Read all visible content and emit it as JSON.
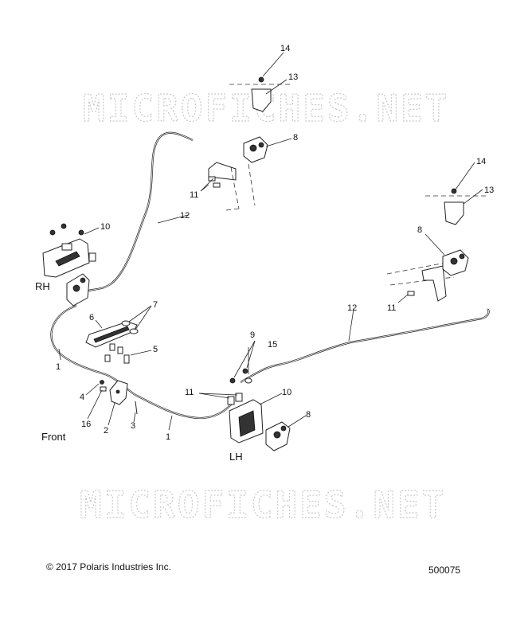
{
  "watermark": "MICROFICHES.NET",
  "callouts": {
    "c1a": "1",
    "c1b": "1",
    "c2": "2",
    "c3": "3",
    "c4": "4",
    "c5": "5",
    "c6": "6",
    "c7": "7",
    "c8a": "8",
    "c8b": "8",
    "c8c": "8",
    "c9": "9",
    "c10a": "10",
    "c10b": "10",
    "c11a": "11",
    "c11b": "11",
    "c11c": "11",
    "c12a": "12",
    "c12b": "12",
    "c13a": "13",
    "c13b": "13",
    "c14a": "14",
    "c14b": "14",
    "c15": "15",
    "c16": "16"
  },
  "labels": {
    "rh": "RH",
    "lh": "LH",
    "front": "Front"
  },
  "footer": {
    "copyright": "© 2017 Polaris Industries Inc.",
    "diagram_number": "500075"
  }
}
